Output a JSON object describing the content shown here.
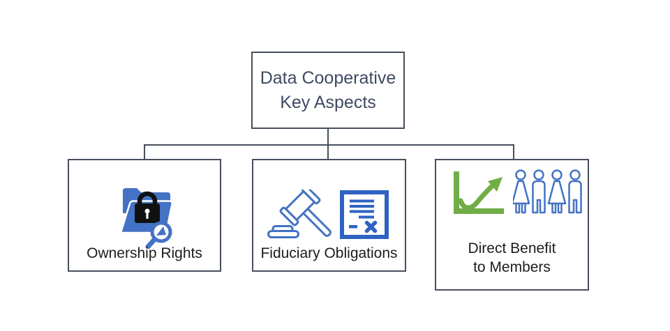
{
  "colors": {
    "box_border": "#474e5c",
    "connector": "#474e5c",
    "title_text": "#3f4a63",
    "label_text": "#1c1c1c",
    "accent_blue": "#4472c4",
    "document_blue": "#2f62c2",
    "accent_green": "#70ad47",
    "lock_black": "#111111",
    "background": "#ffffff"
  },
  "root_node": {
    "title": "Data Cooperative Key Aspects"
  },
  "nodes": [
    {
      "id": "ownership-rights",
      "label": "Ownership Rights",
      "icons": [
        "folder-lock-search-icon"
      ]
    },
    {
      "id": "fiduciary-obligations",
      "label": "Fiduciary Obligations",
      "icons": [
        "gavel-icon",
        "contract-document-icon"
      ]
    },
    {
      "id": "direct-benefit-to-members",
      "label_line1": "Direct Benefit",
      "label_line2": "to Members",
      "icons": [
        "growth-chart-icon",
        "members-group-icon"
      ]
    }
  ]
}
